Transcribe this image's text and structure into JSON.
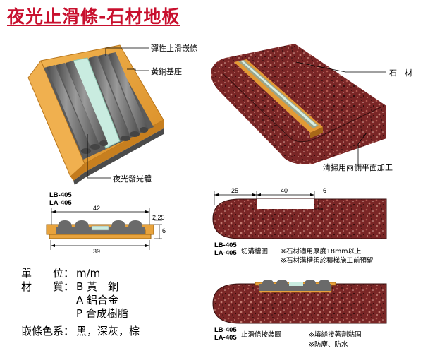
{
  "title": "夜光止滑條-石材地板",
  "callouts": {
    "elastic_insert": "彈性止滑嵌條",
    "brass_base": "黃銅基座",
    "glow_body": "夜光發光體",
    "stone": "石　材",
    "processing": "清掃用兩側平面加工"
  },
  "profile": {
    "models": [
      "LB-405",
      "LA-405"
    ],
    "dims": {
      "top_width": "42",
      "bottom_width": "39",
      "lip": "2.25",
      "height": "6"
    }
  },
  "groove": {
    "models": [
      "LB-405",
      "LA-405"
    ],
    "dims": {
      "edge": "25",
      "width": "40",
      "depth": "6"
    },
    "label": "切溝槽圖",
    "notes": [
      "※石材適用厚度18mm以上",
      "※石材溝槽須於積梯施工前預留"
    ]
  },
  "install": {
    "models": [
      "LB-405",
      "LA-405"
    ],
    "label": "止滑條按裝圖",
    "notes": [
      "※填縫接著劑黏固",
      "※防塵、防水"
    ]
  },
  "specs": [
    {
      "label": "單　　位：",
      "value": "m/m"
    },
    {
      "label": "材　　質：",
      "value": "B 黃　銅"
    },
    {
      "label": "",
      "value": "A 鋁合金"
    },
    {
      "label": "",
      "value": "P 合成樹脂"
    },
    {
      "label": "嵌條色系：",
      "value": "黑，深灰，棕"
    }
  ],
  "colors": {
    "title": "#c8102e",
    "brass": "#e8a33d",
    "rubber": "#6d6d6d",
    "glow": "#bfe3d6",
    "granite": "#7a2a2a"
  }
}
